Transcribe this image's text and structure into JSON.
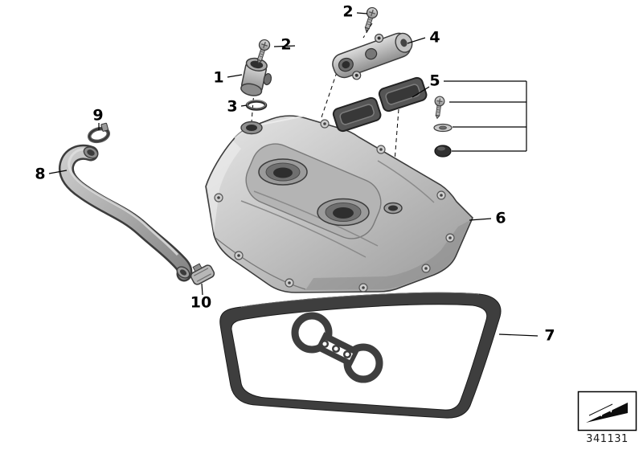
{
  "diagram": {
    "drawing_number": "341131",
    "callouts": [
      {
        "label": "1"
      },
      {
        "label": "2"
      },
      {
        "label": "2"
      },
      {
        "label": "3"
      },
      {
        "label": "4"
      },
      {
        "label": "5"
      },
      {
        "label": "6"
      },
      {
        "label": "7"
      },
      {
        "label": "8"
      },
      {
        "label": "9"
      },
      {
        "label": "10"
      }
    ],
    "footer": {
      "logo_icon": "hatched-wedge-logo",
      "drawing_number": "341131"
    }
  }
}
